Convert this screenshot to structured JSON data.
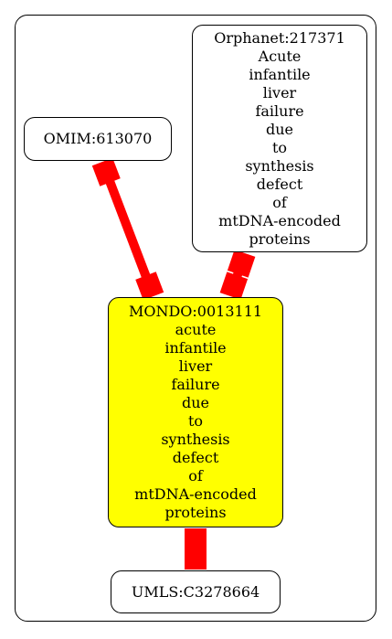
{
  "nodes": {
    "omim": {
      "lines": [
        "OMIM:613070"
      ],
      "fill": "#ffffff"
    },
    "orphanet": {
      "lines": [
        "Orphanet:217371",
        "Acute",
        "infantile",
        "liver",
        "failure",
        "due",
        "to",
        "synthesis",
        "defect",
        "of",
        "mtDNA-encoded",
        "proteins"
      ],
      "fill": "#ffffff"
    },
    "mondo": {
      "lines": [
        "MONDO:0013111",
        "acute",
        "infantile",
        "liver",
        "failure",
        "due",
        "to",
        "synthesis",
        "defect",
        "of",
        "mtDNA-encoded",
        "proteins"
      ],
      "fill": "#ffff00"
    },
    "umls": {
      "lines": [
        "UMLS:C3278664"
      ],
      "fill": "#ffffff"
    }
  },
  "edges": [
    {
      "from": "omim",
      "to": "mondo",
      "color": "#ff0000",
      "arrowheads": "both"
    },
    {
      "from": "orphanet",
      "to": "mondo",
      "color": "#ff0000",
      "arrowheads": "both"
    },
    {
      "from": "mondo",
      "to": "umls",
      "color": "#ff0000",
      "arrowheads": "both"
    }
  ]
}
